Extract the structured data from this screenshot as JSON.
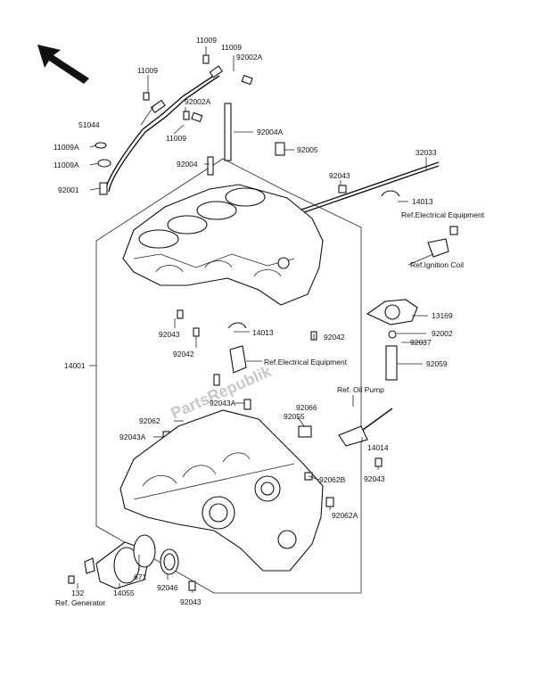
{
  "diagram": {
    "watermark": "PartsRepublik",
    "labels": {
      "l11009_top": "11009",
      "l11009_2": "11009",
      "l92002A_1": "92002A",
      "l11009_left": "11009",
      "l92002A_2": "92002A",
      "l11009_mid": "11009",
      "l51044": "51044",
      "l92004A": "92004A",
      "l11009A_1": "11009A",
      "l92004": "92004",
      "l92005": "92005",
      "l11009A_2": "11009A",
      "l92001": "92001",
      "l32033": "32033",
      "l92043_top": "92043",
      "l14013_top": "14013",
      "ref_elec_top": "Ref.Electrical Equipment",
      "ref_ign": "Ref.Ignition Coil",
      "l13169": "13169",
      "l92002_r": "92002",
      "l92037": "92037",
      "l92059": "92059",
      "l92043_mid": "92043",
      "l14013_mid": "14013",
      "l92042_r": "92042",
      "l92042_l": "92042",
      "ref_elec_mid": "Ref.Electrical Equipment",
      "l14001": "14001",
      "ref_oil": "Ref. Oil Pump",
      "l92043A_1": "92043A",
      "l92066": "92066",
      "l92055": "92055",
      "l92062": "92062",
      "l92043A_2": "92043A",
      "l14014": "14014",
      "l92062B": "92062B",
      "l92043_r": "92043",
      "l92062A": "92062A",
      "l671": "671",
      "l132": "132",
      "l14055": "14055",
      "l92046": "92046",
      "ref_gen": "Ref. Generator",
      "l92043_bot": "92043"
    }
  }
}
